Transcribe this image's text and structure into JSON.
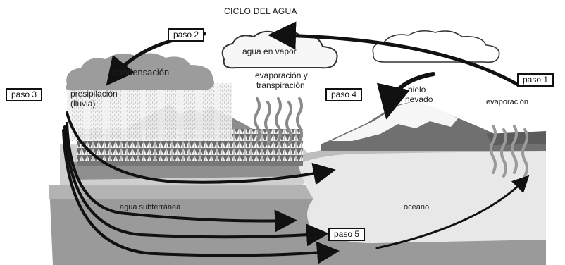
{
  "title": "CICLO DEL AGUA",
  "steps": {
    "paso1": "paso 1",
    "paso2": "paso 2",
    "paso3": "paso 3",
    "paso4": "paso 4",
    "paso5": "paso 5"
  },
  "labels": {
    "vapor": "agua en vapor",
    "condensacion": "condensación",
    "precipitacion_1": "presipilación",
    "precipitacion_2": "(lluvia)",
    "evap_transp_1": "evaporación y",
    "evap_transp_2": "transpiración",
    "hielo_1": "hielo",
    "hielo_2": "nevado",
    "evaporacion": "evaporación",
    "subterranea": "agua subterránea",
    "oceano": "océano"
  }
}
